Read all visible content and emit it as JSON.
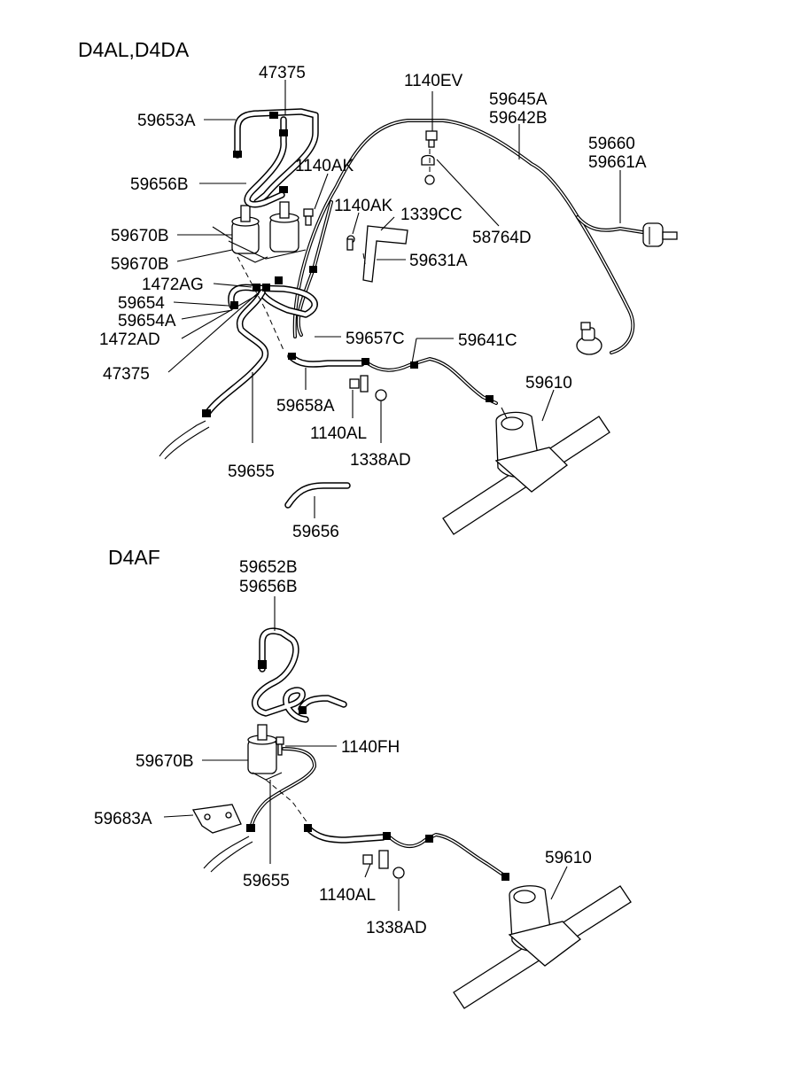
{
  "sections": [
    {
      "title": "D4AL,D4DA",
      "labels": [
        "47375",
        "59653A",
        "59656B",
        "1140AK",
        "59670B",
        "1140AK",
        "1339CC",
        "59670B",
        "1472AG",
        "59654",
        "59654A",
        "1472AD",
        "47375",
        "1140EV",
        "59645A",
        "59642B",
        "58764D",
        "59660",
        "59661A",
        "59631A",
        "59657C",
        "59641C",
        "59658A",
        "1140AL",
        "1338AD",
        "59610",
        "59655",
        "59656"
      ]
    },
    {
      "title": "D4AF",
      "labels": [
        "59652B",
        "59656B",
        "59670B",
        "1140FH",
        "59683A",
        "59655",
        "1140AL",
        "1338AD",
        "59610"
      ]
    }
  ]
}
